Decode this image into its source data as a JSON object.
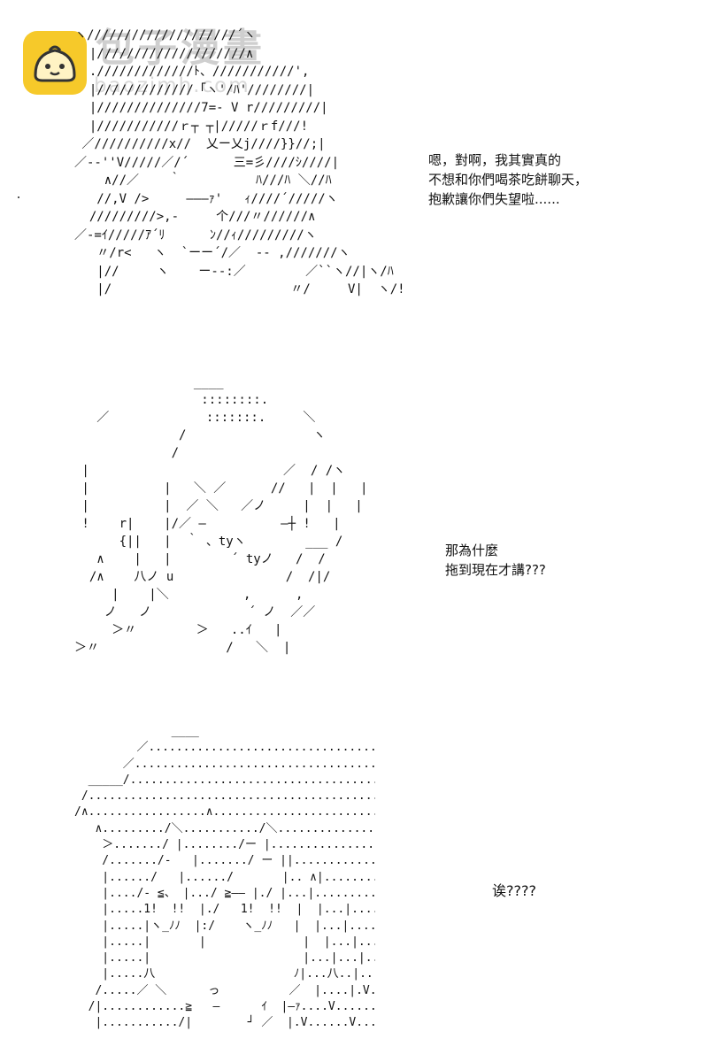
{
  "watermark": {
    "title": "包子漫畫",
    "subtitle": "baozimh.com",
    "logo_icon": "bun-face-icon",
    "logo_color": "#f6c92a"
  },
  "panels": [
    {
      "ascii_art": "ヽ////////////////////´ヽ\n  |////////////////////∧\n  ./////////////ﾄ、///////////',\n  |/////////////「ヽ'/ﾊ'////////|\n  |//////////////7=- V r/////////|\n  |///////////ｒ┬ ┬|/////ｒf///!\n ／//////////x//  乂ー乂j////}}//;|\n／-‐''V/////／/´      三=彡////ｼ////|\n    ∧//／    ｀          ﾊ///ﾊ ＼//ﾊ\n   //,V />     ―――ｧ'   ｨ////´/////ヽ\n  /////////>,-     个///〃//////∧\n／-=ｲ/////ｱ´ﾘ      ﾝ//ｨ/////////ヽ\n   〃/r<   ヽ  `ーー´/／  -- ,///////ヽ\n   |//     ヽ    ー--:／        ／``ヽ//|ヽ/ﾊ\n   |/                        〃/     V|  ヽ/!",
      "dialog": "嗯，對啊，我其實真的\n不想和你們喝茶吃餅聊天，\n抱歉讓你們失望啦......"
    },
    {
      "ascii_art": "                ____\n                 ::::::::.\n   ／             :::::::.     ＼\n              /                 ヽ\n             /\n |                          ／  / /ヽ\n |          |   ＼ ／      //   |  |   |\n |          |  ／ ＼   ／ノ     |  |   |\n !    r|    |/／ ―          ―┼ !   |\n      {||   |  ｀ 、tyヽ        ___ /\n   ∧    |   |        ´ tyノ   /  /\n  /∧    八ノ u               /  /|/\n     |    |＼          ,      ,\n    ノ   ノ             ´ ノ  ／／\n     ＞〃        ＞   ..ｲ   |\n＞〃                 /   ＼  |",
      "dialog": "那為什麼\n拖到現在才講???"
    },
    {
      "ascii_art": "              ____\n         ／.................................＼\n       ／.....................................ヽ\n  _____/...........................................V\n /.................................................V\n/∧.................∧...............................V\n   ∧........./＼.........../＼..................\n    ＞......./ |......../ー |.....................\n    /......./-   |......./ ー ||...................\n    |....../   |....../       |.. ∧|...............\n    |..../- ≦、 |.../ ≧―― |./ |...|............\n    |.....1!  !!  |./   1!  !!  |  |...|............\n    |.....|ヽ_ﾉﾉ  |:/    ヽ_ﾉﾉ   |  |...|............\n    |.....|       |              |  |...|............\n    |.....|                      |...|...|............\n    |.....八                    ﾉ|...八..|............\n   /.....／ ＼      っ          ／  |....|.V..........|\n  /|............≧   ―      ｲ  |―ｧ....V.........V\n   |.........../|        ┘ ／  |.V......V........V\n   |........../ ＼___ ≦    |  V/.............V\n   |........../    /¯ ヽ      |  V/...............V",
      "dialog": "诶????"
    }
  ]
}
